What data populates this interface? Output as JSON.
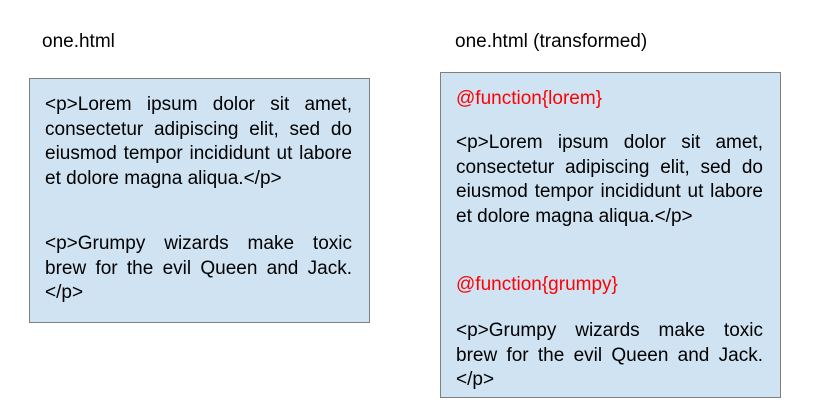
{
  "left": {
    "title": "one.html",
    "paragraphs": [
      "<p>Lorem ipsum dolor sit amet, consectetur adipiscing elit, sed do eiusmod tempor incididunt ut labore et dolore magna aliqua.</p>",
      "<p>Grumpy wizards make toxic brew for the evil Queen and Jack.</p>"
    ]
  },
  "right": {
    "title": "one.html (transformed)",
    "functions": [
      "@function{lorem}",
      "@function{grumpy}"
    ],
    "paragraphs": [
      "<p>Lorem ipsum dolor sit amet, consectetur adipiscing elit, sed do eiusmod tempor incididunt ut labore et dolore magna aliqua.</p>",
      "<p>Grumpy wizards make toxic brew for the evil Queen and Jack.</p>"
    ]
  },
  "colors": {
    "box_fill": "#cfe3f3",
    "box_border": "#7f7f7f",
    "function_text": "#ff0000",
    "text": "#000000"
  }
}
